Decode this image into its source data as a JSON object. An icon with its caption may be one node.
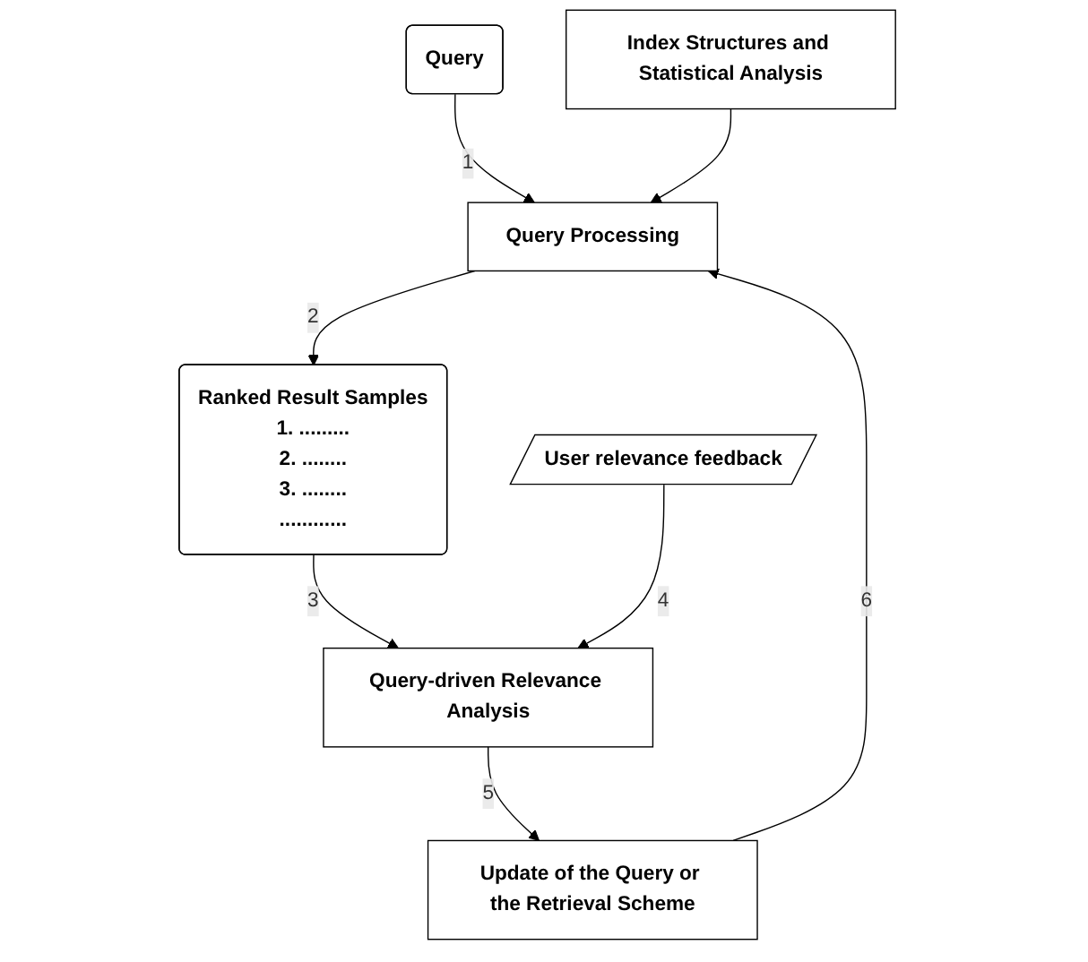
{
  "diagram": {
    "nodes": [
      {
        "text": [
          "Index Structures and Statistical Analysis"
        ]
      },
      {
        "text": [
          "Query"
        ]
      },
      {
        "text": [
          "Query Processing"
        ]
      },
      {
        "text": [
          "Ranked Result Samples",
          "1. .........",
          "2. ........",
          "3. ........",
          "............"
        ]
      },
      {
        "text": [
          "Update of the Query or the Retrieval Scheme"
        ]
      },
      {
        "text": [
          "User relevance feedback"
        ]
      },
      {
        "text": [
          "Query-driven Relevance Analysis"
        ]
      }
    ],
    "edges": [
      {
        "from": 1,
        "to": 2,
        "arrow": "to",
        "label": "1"
      },
      {
        "from": 0,
        "to": 2,
        "arrow": "to"
      },
      {
        "from": 2,
        "to": 3,
        "arrow": "to",
        "label": "2"
      },
      {
        "from": 3,
        "to": 6,
        "arrow": "to",
        "label": "3"
      },
      {
        "from": 5,
        "to": 6,
        "arrow": "to",
        "label": "4"
      },
      {
        "from": 6,
        "to": 4,
        "arrow": "to",
        "label": "5"
      },
      {
        "from": 4,
        "to": 2,
        "arrow": "to",
        "label": "6"
      }
    ]
  }
}
